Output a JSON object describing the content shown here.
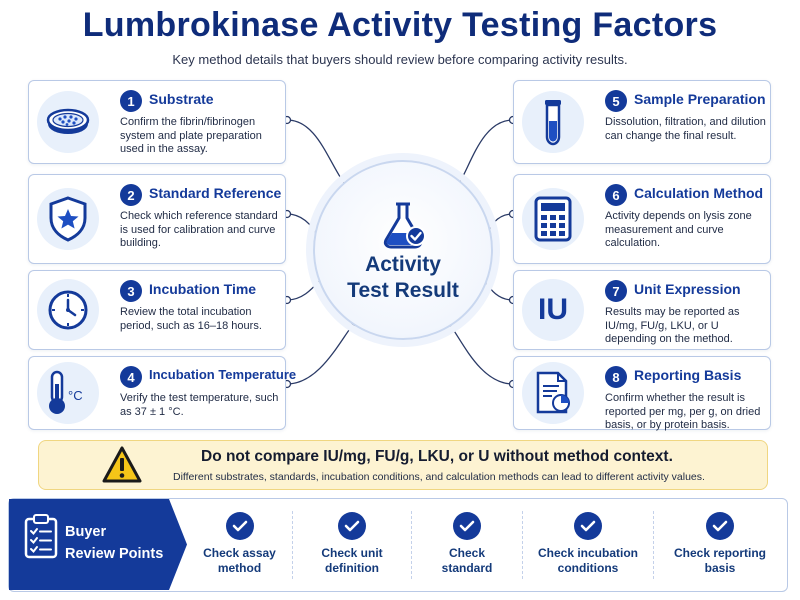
{
  "header": {
    "title": "Lumbrokinase Activity Testing Factors",
    "subtitle": "Key method details that buyers should review before comparing activity results."
  },
  "center": {
    "line1": "Activity",
    "line2": "Test Result"
  },
  "factors_left": [
    {
      "num": "1",
      "title": "Substrate",
      "desc": "Confirm the fibrin/fibrinogen system and plate preparation used in the assay.",
      "icon": "petri-dish-icon"
    },
    {
      "num": "2",
      "title": "Standard Reference",
      "desc": "Check which reference standard is used for calibration and curve building.",
      "icon": "shield-star-icon"
    },
    {
      "num": "3",
      "title": "Incubation Time",
      "desc": "Review the total incubation period, such as 16–18 hours.",
      "icon": "clock-icon"
    },
    {
      "num": "4",
      "title": "Incubation Temperature",
      "desc": "Verify the test temperature, such as 37 ± 1 °C.",
      "icon": "thermometer-icon",
      "icon_text": "°C"
    }
  ],
  "factors_right": [
    {
      "num": "5",
      "title": "Sample Preparation",
      "desc": "Dissolution, filtration, and dilution can change the final result.",
      "icon": "test-tube-icon"
    },
    {
      "num": "6",
      "title": "Calculation Method",
      "desc": "Activity depends on lysis zone measurement and curve calculation.",
      "icon": "calculator-icon"
    },
    {
      "num": "7",
      "title": "Unit Expression",
      "desc": "Results may be reported as IU/mg, FU/g, LKU, or U depending on the method.",
      "icon": "iu-text-icon",
      "icon_text": "IU"
    },
    {
      "num": "8",
      "title": "Reporting Basis",
      "desc": "Confirm whether the result is reported per mg, per g, on dried basis, or by protein basis.",
      "icon": "document-chart-icon"
    }
  ],
  "warning": {
    "title": "Do not compare IU/mg, FU/g, LKU, or U without method context.",
    "desc": "Different substrates, standards, incubation conditions, and calculation methods can lead to different activity values."
  },
  "review": {
    "heading_line1": "Buyer",
    "heading_line2": "Review Points",
    "items": [
      {
        "line1": "Check assay",
        "line2": "method"
      },
      {
        "line1": "Check unit",
        "line2": "definition"
      },
      {
        "line1": "Check",
        "line2": "standard"
      },
      {
        "line1": "Check incubation",
        "line2": "conditions"
      },
      {
        "line1": "Check reporting",
        "line2": "basis"
      }
    ]
  },
  "colors": {
    "primary": "#143a9a",
    "accent": "#1e4fc2",
    "warning_bg": "#fdf3d2",
    "card_border": "#b9c9e6"
  }
}
